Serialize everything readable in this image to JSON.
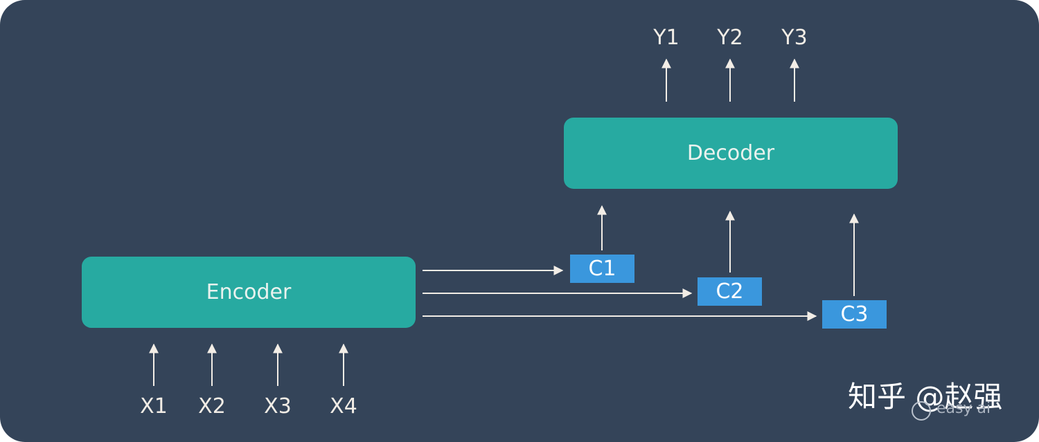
{
  "encoder": {
    "label": "Encoder"
  },
  "decoder": {
    "label": "Decoder"
  },
  "inputs": [
    "X1",
    "X2",
    "X3",
    "X4"
  ],
  "outputs": [
    "Y1",
    "Y2",
    "Y3"
  ],
  "contexts": [
    "C1",
    "C2",
    "C3"
  ],
  "watermark": {
    "text": "知乎 @赵强",
    "sub": "easy ai"
  },
  "colors": {
    "background": "#344459",
    "block": "#27aaa1",
    "context": "#3a97dd",
    "arrow": "#f2ede6"
  }
}
